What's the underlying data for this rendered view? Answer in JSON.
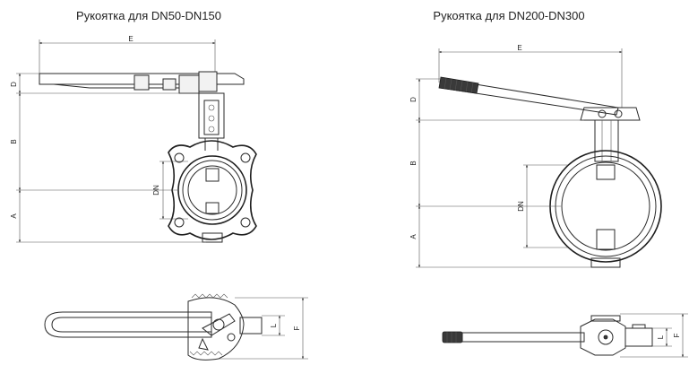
{
  "titles": {
    "left": "Рукоятка для DN50-DN150",
    "right": "Рукоятка для DN200-DN300"
  },
  "dimensions": {
    "E": "E",
    "D": "D",
    "B": "B",
    "A": "A",
    "DN": "DN",
    "F": "F",
    "L": "L"
  }
}
